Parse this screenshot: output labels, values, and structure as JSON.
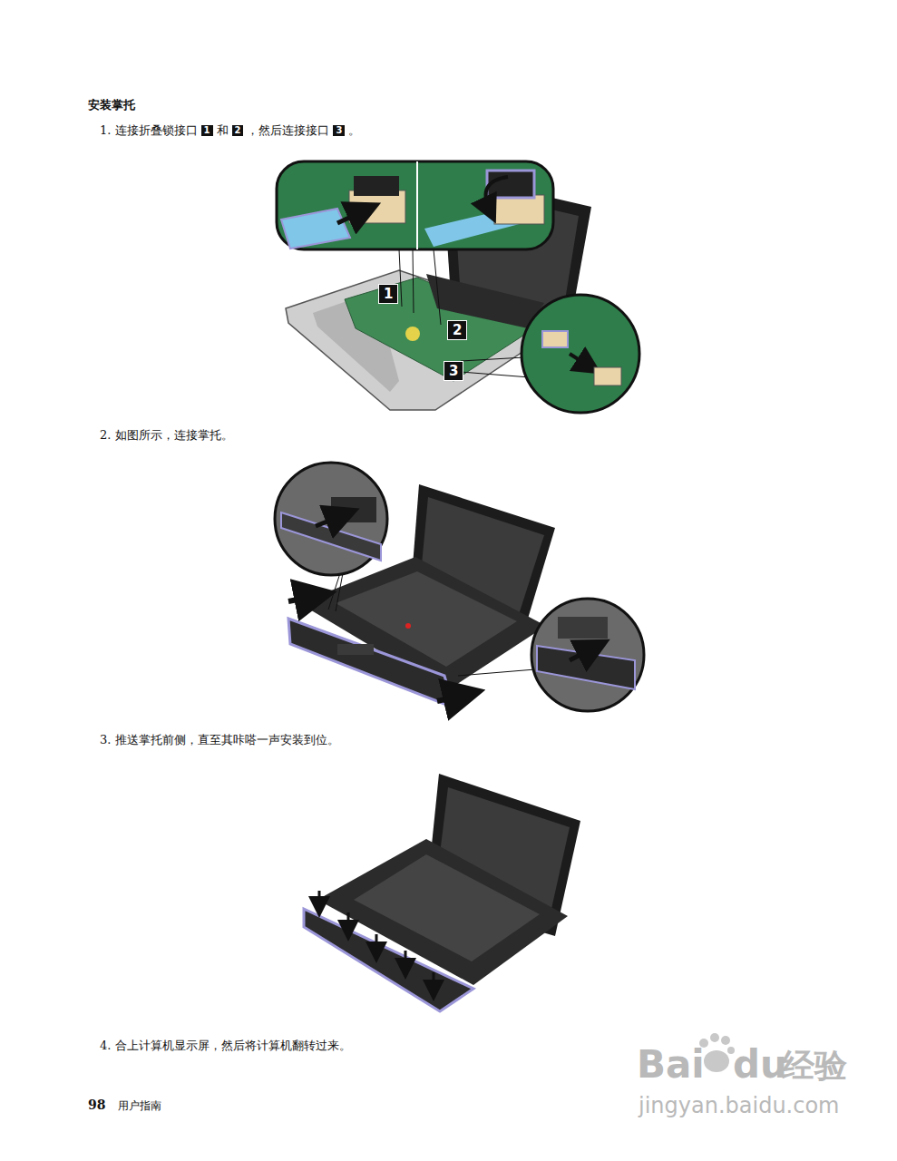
{
  "diagram": {
    "title": "安装掌托",
    "labels": [
      "1. 连接折叠锁接口",
      "1",
      "和",
      "2",
      "，然后连接接口",
      "3",
      "。",
      "1",
      "2",
      "3",
      "2. 如图所示，连接掌托。",
      "3. 推送掌托前侧，直至其咔嗒一声安装到位。",
      "4. 合上计算机显示屏，然后将计算机翻转过来。",
      "98",
      "用户指南",
      "Bai",
      "du",
      "经验",
      "jingyan.baidu.com"
    ]
  }
}
